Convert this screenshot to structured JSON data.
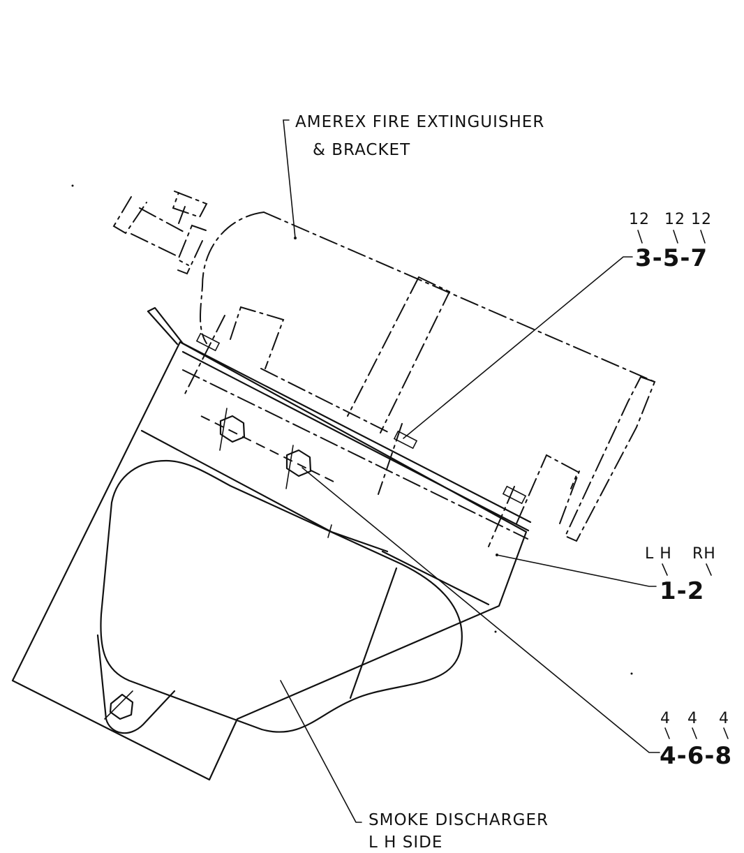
{
  "labels": {
    "extinguisher_line1": "AMEREX FIRE EXTINGUISHER",
    "extinguisher_line2": "& BRACKET",
    "smoke_line1": "SMOKE DISCHARGER",
    "smoke_line2": "L H SIDE"
  },
  "callouts": {
    "washers": {
      "qty": [
        "12",
        "12",
        "12"
      ],
      "parts": "3-5-7"
    },
    "bracket": {
      "sides": [
        "L H",
        "RH"
      ],
      "parts": "1-2"
    },
    "bolts": {
      "qty": [
        "4",
        "4",
        "4"
      ],
      "parts": "4-6-8"
    }
  }
}
